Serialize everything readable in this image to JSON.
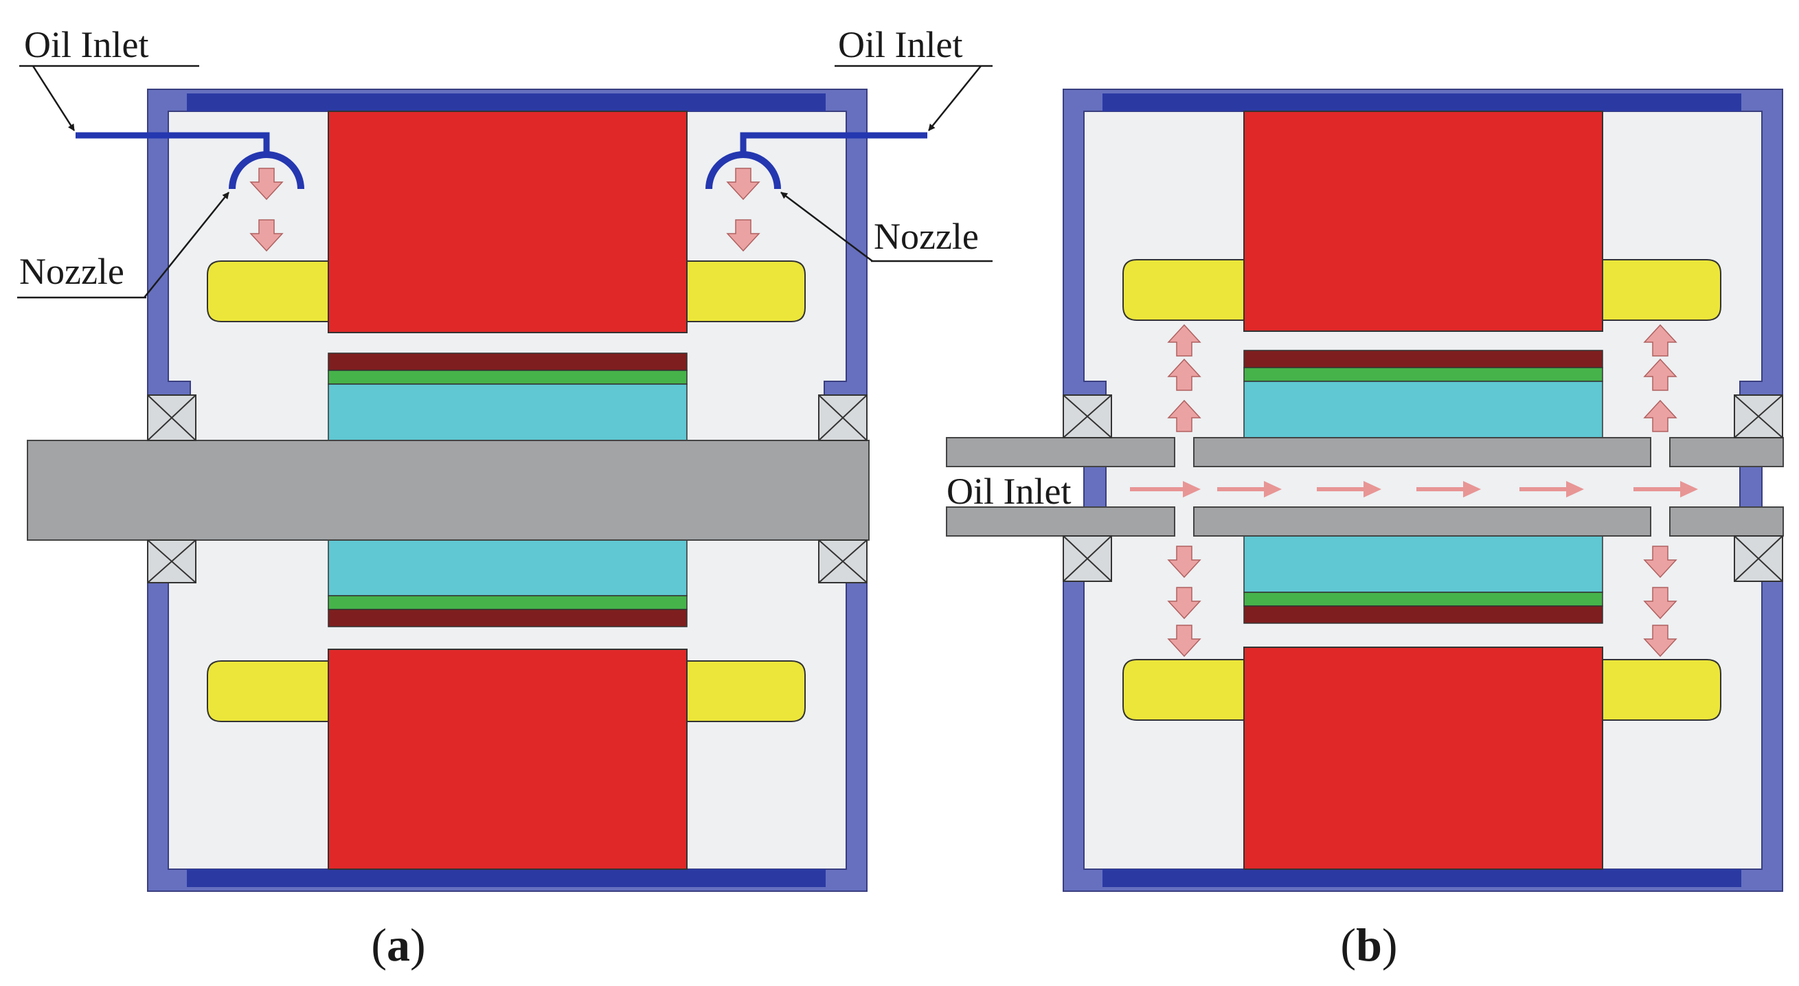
{
  "panel_a": {
    "oil_inlet_left": "Oil Inlet",
    "oil_inlet_right": "Oil Inlet",
    "nozzle_left": "Nozzle",
    "nozzle_right": "Nozzle",
    "caption_open": "(",
    "caption_letter": "a",
    "caption_close": ")"
  },
  "panel_b": {
    "oil_inlet": "Oil Inlet",
    "caption_open": "(",
    "caption_letter": "b",
    "caption_close": ")"
  },
  "colors": {
    "housing": "#6670bf",
    "housing_cap": "#2b3aa3",
    "interior": "#eef0f2",
    "stator": "#e02828",
    "end_winding": "#ece63a",
    "shaft": "#a2a4a6",
    "rotor_core": "#5fc8d3",
    "rotor_green": "#46b34a",
    "rotor_maroon": "#7f1e1e",
    "bearing": "#d7dadc",
    "oil_pipe": "#2437b0",
    "oil_flow_arrow": "#eba2a2"
  }
}
